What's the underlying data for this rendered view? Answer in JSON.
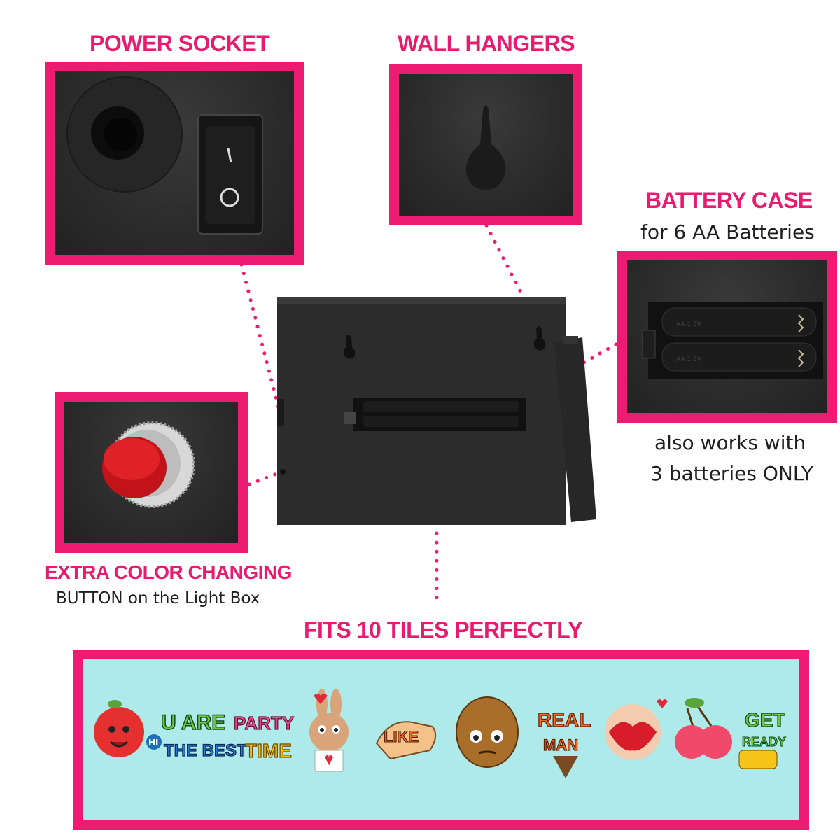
{
  "labels": {
    "power_socket": "POWER SOCKET",
    "wall_hangers": "WALL HANGERS",
    "battery_case": "BATTERY CASE",
    "battery_case_sub": "for 6 AA Batteries",
    "also_works_1": "also works with",
    "also_works_2": "3 batteries ONLY",
    "extra_color": "EXTRA COLOR CHANGING",
    "extra_color_sub": "BUTTON on the Light Box",
    "fits_tiles": "FITS 10 TILES PERFECTLY"
  },
  "switch": {
    "on_mark": "I",
    "off_mark": "O"
  },
  "tiles": [
    {
      "name": "apple-tile",
      "text": "HI"
    },
    {
      "name": "u-are-the-best-tile",
      "line1": "U ARE",
      "line2": "THE BEST"
    },
    {
      "name": "party-time-tile",
      "line1": "PARTY",
      "line2": "TIME"
    },
    {
      "name": "bunny-tile"
    },
    {
      "name": "like-tile",
      "text": "LIKE"
    },
    {
      "name": "kiwi-tile"
    },
    {
      "name": "real-man-tile",
      "line1": "REAL",
      "line2": "MAN"
    },
    {
      "name": "lips-tile"
    },
    {
      "name": "cherries-tile"
    },
    {
      "name": "get-ready-tile",
      "line1": "GET",
      "line2": "READY"
    }
  ],
  "battery_text": "AA 1.5V",
  "colors": {
    "accent": "#ed1b72",
    "tile_bg": "#aeeaea",
    "button": "#d0161b"
  }
}
